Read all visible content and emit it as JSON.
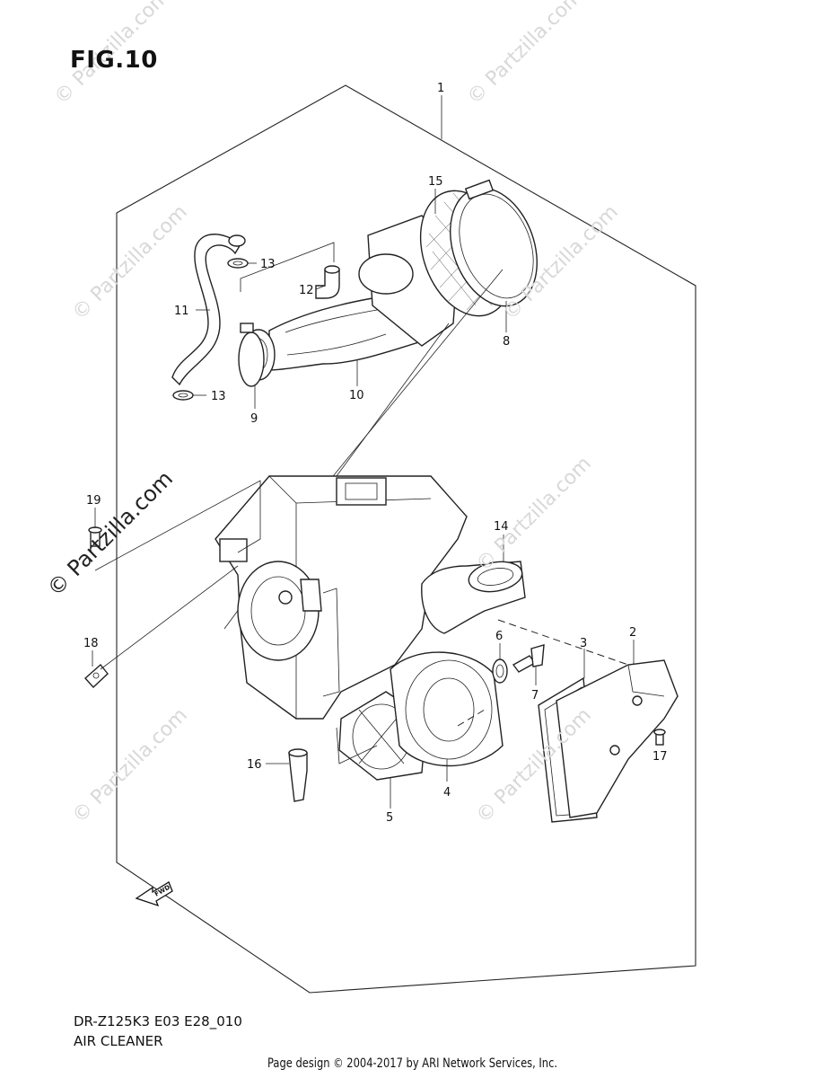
{
  "figure": {
    "title": "FIG.10",
    "model_code": "DR-Z125K3 E03 E28_010",
    "name": "AIR CLEANER"
  },
  "footer": {
    "credit": "Page design © 2004-2017 by ARI Network Services, Inc."
  },
  "watermark": {
    "text": "© Partzilla.com"
  },
  "callouts": [
    "1",
    "2",
    "3",
    "4",
    "5",
    "6",
    "7",
    "8",
    "9",
    "10",
    "11",
    "12",
    "13",
    "13",
    "14",
    "15",
    "16",
    "17",
    "18",
    "19"
  ],
  "direction_marker": "FWD"
}
